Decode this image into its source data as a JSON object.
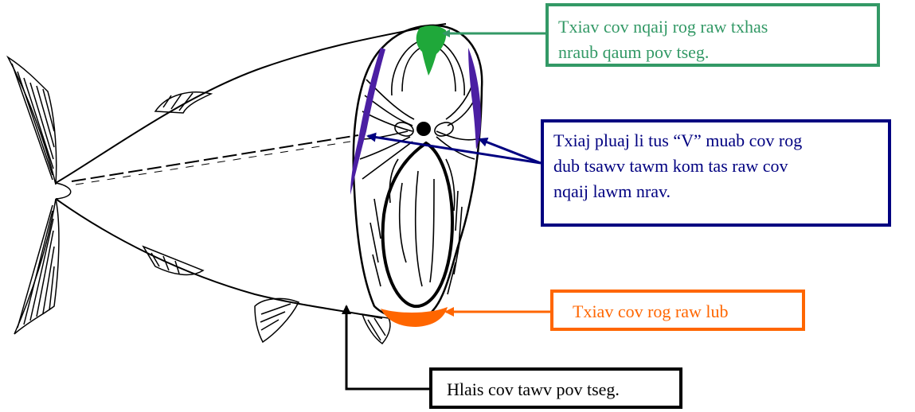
{
  "colors": {
    "green": "#339966",
    "blue": "#000080",
    "orange": "#ff6600",
    "black": "#000000",
    "green_fill": "#1fa83a",
    "blue_fill": "#4b1fa3"
  },
  "labels": {
    "green": {
      "line1": "Txiav cov nqaij rog raw txhas",
      "line2": "nraub qaum pov tseg."
    },
    "blue": {
      "line1": "Txiaj pluaj li tus “V” muab cov rog",
      "line2": "dub tsawv tawm kom tas raw cov",
      "line3": "nqaij lawm nrav."
    },
    "orange": {
      "line1": "Txiav cov rog raw lub"
    },
    "black": {
      "line1": "Hlais cov tawv pov tseg."
    }
  }
}
